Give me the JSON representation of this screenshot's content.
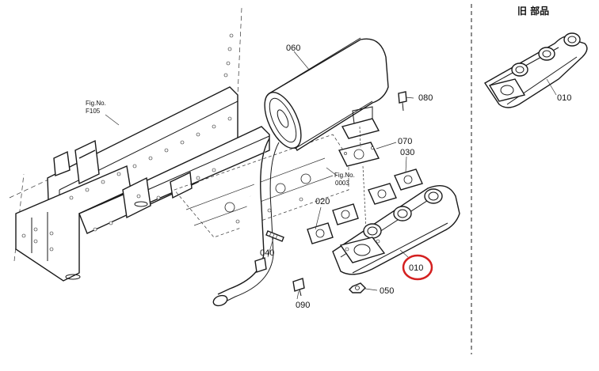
{
  "figure_refs": {
    "frame_ref_top": "Fig.No.",
    "frame_ref_bottom": "F105",
    "engine_ref_top": "Fig.No.",
    "engine_ref_bottom": "0003"
  },
  "part_numbers": {
    "manifold": "010",
    "gasket_left": "020",
    "gasket_right": "030",
    "tail_pipe": "040",
    "nut": "050",
    "muffler": "060",
    "flange_gasket": "070",
    "bolt": "080",
    "bracket_bolt": "090"
  },
  "old_part_panel": {
    "title": "旧 部品",
    "part_number": "010"
  },
  "highlight": {
    "part_number": "010",
    "color": "#d42020"
  },
  "colors": {
    "line": "#1a1a1a",
    "background": "#ffffff"
  }
}
